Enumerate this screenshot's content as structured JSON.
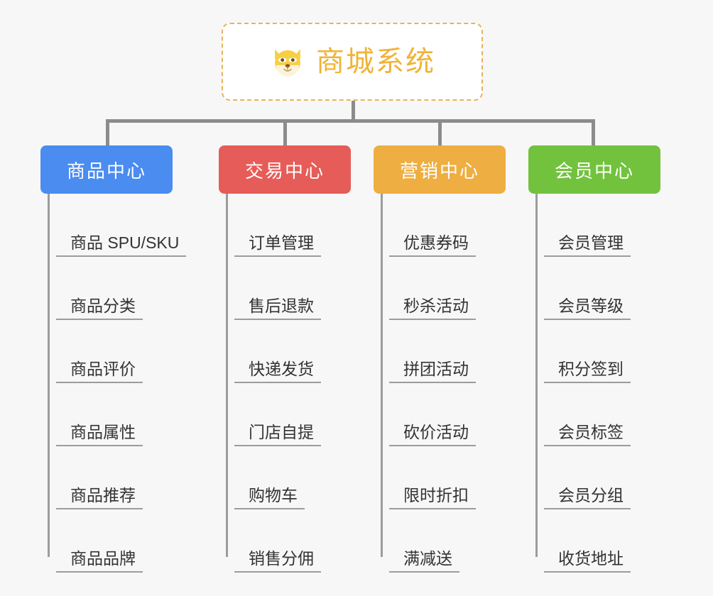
{
  "diagram": {
    "type": "mind-map",
    "background_color": "#f7f7f7",
    "root": {
      "title": "商城系统",
      "icon": "shiba-dog-face-icon",
      "text_color": "#efb437",
      "border_color": "#e7b35c",
      "background_color": "#ffffff"
    },
    "connector_color": "#8c8c8c",
    "branches": [
      {
        "label": "商品中心",
        "color": "#4a8cf0",
        "rail_color": "#9c9c9c",
        "items": [
          "商品 SPU/SKU",
          "商品分类",
          "商品评价",
          "商品属性",
          "商品推荐",
          "商品品牌"
        ]
      },
      {
        "label": "交易中心",
        "color": "#e65c58",
        "rail_color": "#9c9c9c",
        "items": [
          "订单管理",
          "售后退款",
          "快递发货",
          "门店自提",
          "购物车",
          "销售分佣"
        ]
      },
      {
        "label": "营销中心",
        "color": "#eeae41",
        "rail_color": "#9c9c9c",
        "items": [
          "优惠券码",
          "秒杀活动",
          "拼团活动",
          "砍价活动",
          "限时折扣",
          "满减送"
        ]
      },
      {
        "label": "会员中心",
        "color": "#72c23e",
        "rail_color": "#9c9c9c",
        "items": [
          "会员管理",
          "会员等级",
          "积分签到",
          "会员标签",
          "会员分组",
          "收货地址"
        ]
      }
    ]
  }
}
